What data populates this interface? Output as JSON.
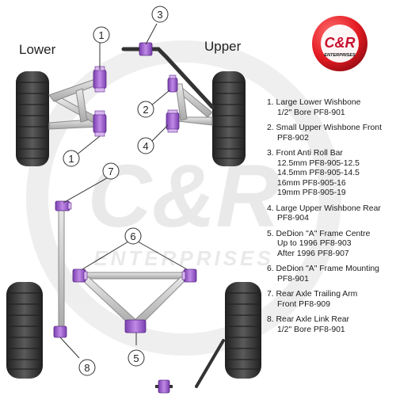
{
  "side_labels": {
    "lower": "Lower",
    "upper": "Upper"
  },
  "logo": {
    "wordmark": "C&R",
    "tagline": "ENTERPRISES",
    "colors": {
      "ring": "#e31b23",
      "wordmark": "#c8102e",
      "tagline": "#111111"
    }
  },
  "watermark": {
    "wordmark": "C&R",
    "tagline": "ENTERPRISES"
  },
  "callouts": [
    "1",
    "1",
    "2",
    "3",
    "4",
    "5",
    "6",
    "7",
    "8"
  ],
  "legend": [
    {
      "lines": [
        "1. Large Lower Wishbone",
        "1/2\" Bore PF8-901"
      ]
    },
    {
      "lines": [
        "2. Small Upper Wishbone Front",
        "PF8-902"
      ]
    },
    {
      "lines": [
        "3. Front Anti Roll Bar",
        "12.5mm PF8-905-12.5",
        "14.5mm PF8-905-14.5",
        "16mm PF8-905-16",
        "19mm PF8-905-19"
      ]
    },
    {
      "lines": [
        "4. Large Upper Wishbone Rear",
        "PF8-904"
      ]
    },
    {
      "lines": [
        "5. DeDion \"A\" Frame Centre",
        "Up to 1996 PF8-903",
        "After 1996 PF8-907"
      ]
    },
    {
      "lines": [
        "6. DeDion \"A\" Frame Mounting",
        "PF8-901"
      ]
    },
    {
      "lines": [
        "7. Rear Axle Trailing Arm",
        "Front PF8-909"
      ]
    },
    {
      "lines": [
        "8. Rear Axle Link Rear",
        "1/2\" Bore PF8-901"
      ]
    }
  ],
  "colors": {
    "bush": "#9b59c9",
    "bush_dark": "#6a2f95",
    "arm": "#c9c9c9",
    "tyre": "#3a3a3a"
  }
}
